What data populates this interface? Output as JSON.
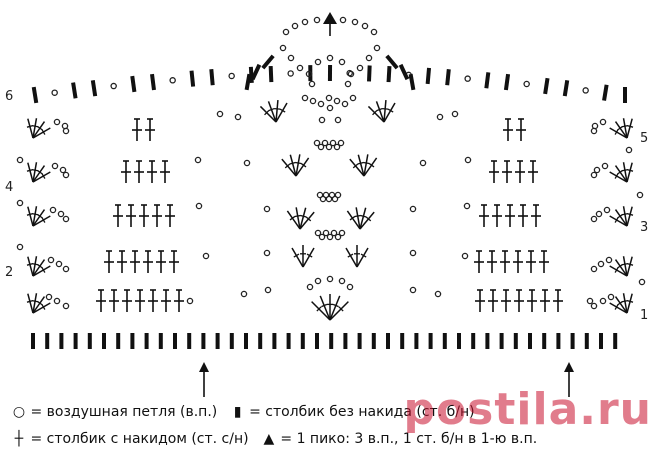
{
  "row_numbers": {
    "left": [
      "6",
      "4",
      "2"
    ],
    "right": [
      "5",
      "3",
      "1"
    ]
  },
  "legend": {
    "chain_symbol": "○",
    "chain_text": "= воздушная петля (в.п.)",
    "sc_symbol": "▮",
    "sc_text": "= столбик без накида (ст. б/н)",
    "dc_symbol": "┼",
    "dc_text": "= столбик с накидом (ст. с/н)",
    "picot_symbol": "▲",
    "picot_text": "= 1 пико: 3 в.п., 1 ст. б/н в 1-ю в.п."
  },
  "watermark": "postila.ru",
  "colors": {
    "ink": "#111111",
    "chain": "#222222",
    "watermark": "#c8102e"
  }
}
